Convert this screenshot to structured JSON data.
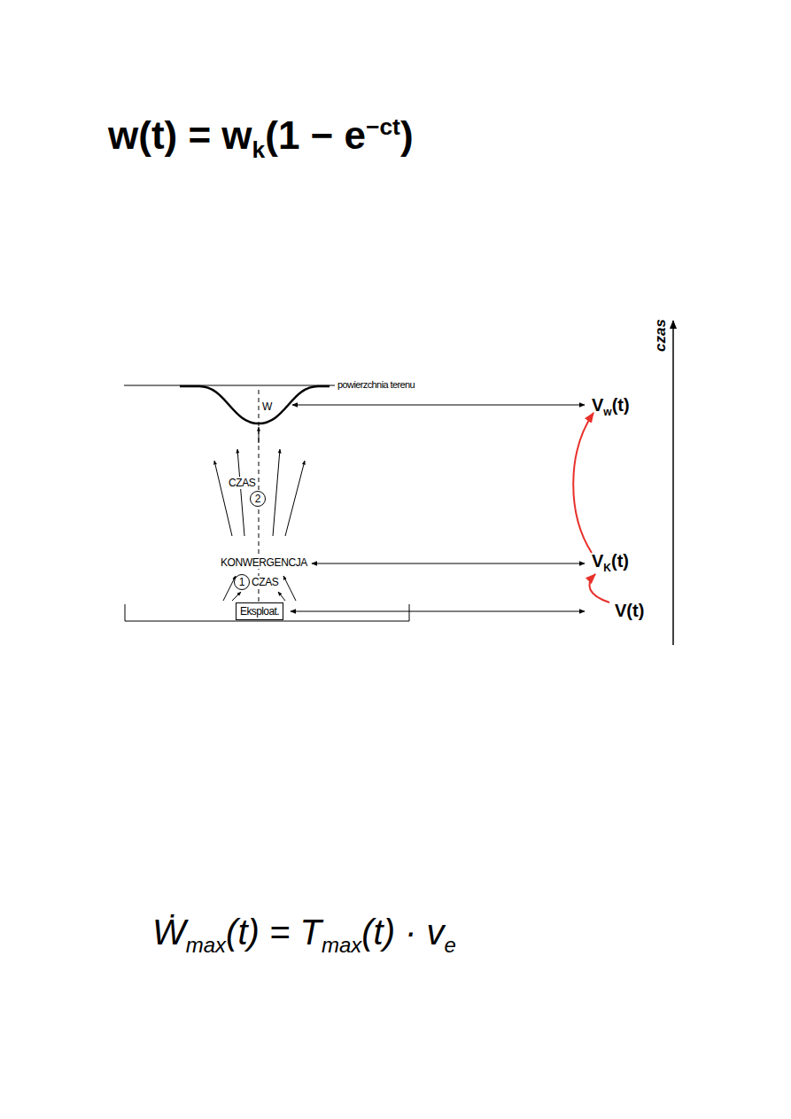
{
  "diagram": {
    "nodes": [
      {
        "text": [
          "2"
        ]
      },
      {
        "text": [
          "1"
        ]
      },
      {
        "text": [
          "Eksploat."
        ]
      }
    ],
    "labels": [
      "w(t) = w",
      "k",
      "(1 − e",
      "−ct",
      ")",
      "powierzchnia terenu",
      "W",
      "CZAS",
      "KONWERGENCJA",
      "CZAS",
      "V",
      "w",
      "(t)",
      "V",
      "K",
      "(t)",
      "V(t)",
      "czas",
      "Ẇ",
      "max",
      "(t) = T",
      "max",
      "(t) · v",
      "e"
    ]
  }
}
